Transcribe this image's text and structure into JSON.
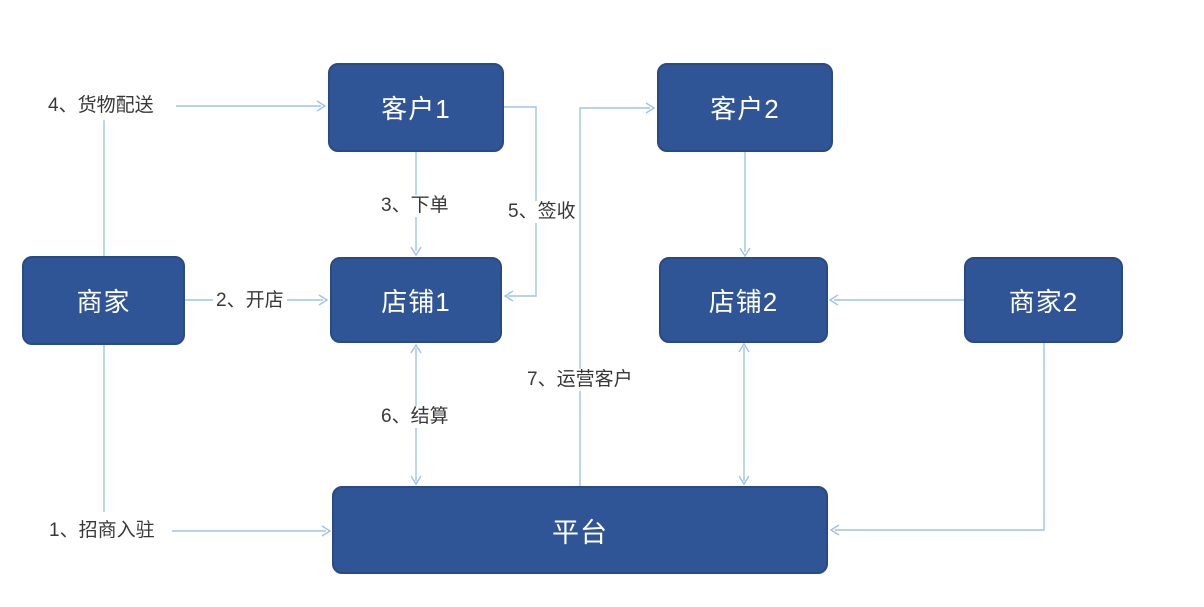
{
  "colors": {
    "node_fill": "#2F5597",
    "node_border": "#294A84",
    "node_text": "#FFFFFF",
    "connector": "#9DC3E6",
    "label_color": "#383838",
    "background": "#FFFFFF"
  },
  "nodes": {
    "customer1": {
      "label": "客户1"
    },
    "customer2": {
      "label": "客户2"
    },
    "merchant1": {
      "label": "商家"
    },
    "shop1": {
      "label": "店铺1"
    },
    "shop2": {
      "label": "店铺2"
    },
    "merchant2": {
      "label": "商家2"
    },
    "platform": {
      "label": "平台"
    }
  },
  "edges": [
    {
      "id": "onboarding",
      "label": "1、招商入驻",
      "from": "merchant1",
      "to": "platform",
      "arrowheads": "end"
    },
    {
      "id": "open-shop",
      "label": "2、开店",
      "from": "merchant1",
      "to": "shop1",
      "arrowheads": "end"
    },
    {
      "id": "place-order",
      "label": "3、下单",
      "from": "customer1",
      "to": "shop1",
      "arrowheads": "end"
    },
    {
      "id": "goods-delivery",
      "label": "4、货物配送",
      "from": "merchant1",
      "to": "customer1",
      "arrowheads": "end"
    },
    {
      "id": "sign-receipt",
      "label": "5、签收",
      "from": "customer1",
      "to": "shop1",
      "arrowheads": "end"
    },
    {
      "id": "settlement",
      "label": "6、结算",
      "from": "shop1",
      "to": "platform",
      "arrowheads": "both"
    },
    {
      "id": "operate-customer",
      "label": "7、运营客户",
      "from": "platform",
      "to": "customer2",
      "arrowheads": "end"
    },
    {
      "id": "customer2-to-shop2",
      "label": "",
      "from": "customer2",
      "to": "shop2",
      "arrowheads": "end"
    },
    {
      "id": "merchant2-to-shop2",
      "label": "",
      "from": "merchant2",
      "to": "shop2",
      "arrowheads": "end"
    },
    {
      "id": "shop2-platform",
      "label": "",
      "from": "shop2",
      "to": "platform",
      "arrowheads": "both"
    },
    {
      "id": "merchant2-to-platform",
      "label": "",
      "from": "merchant2",
      "to": "platform",
      "arrowheads": "end"
    }
  ]
}
